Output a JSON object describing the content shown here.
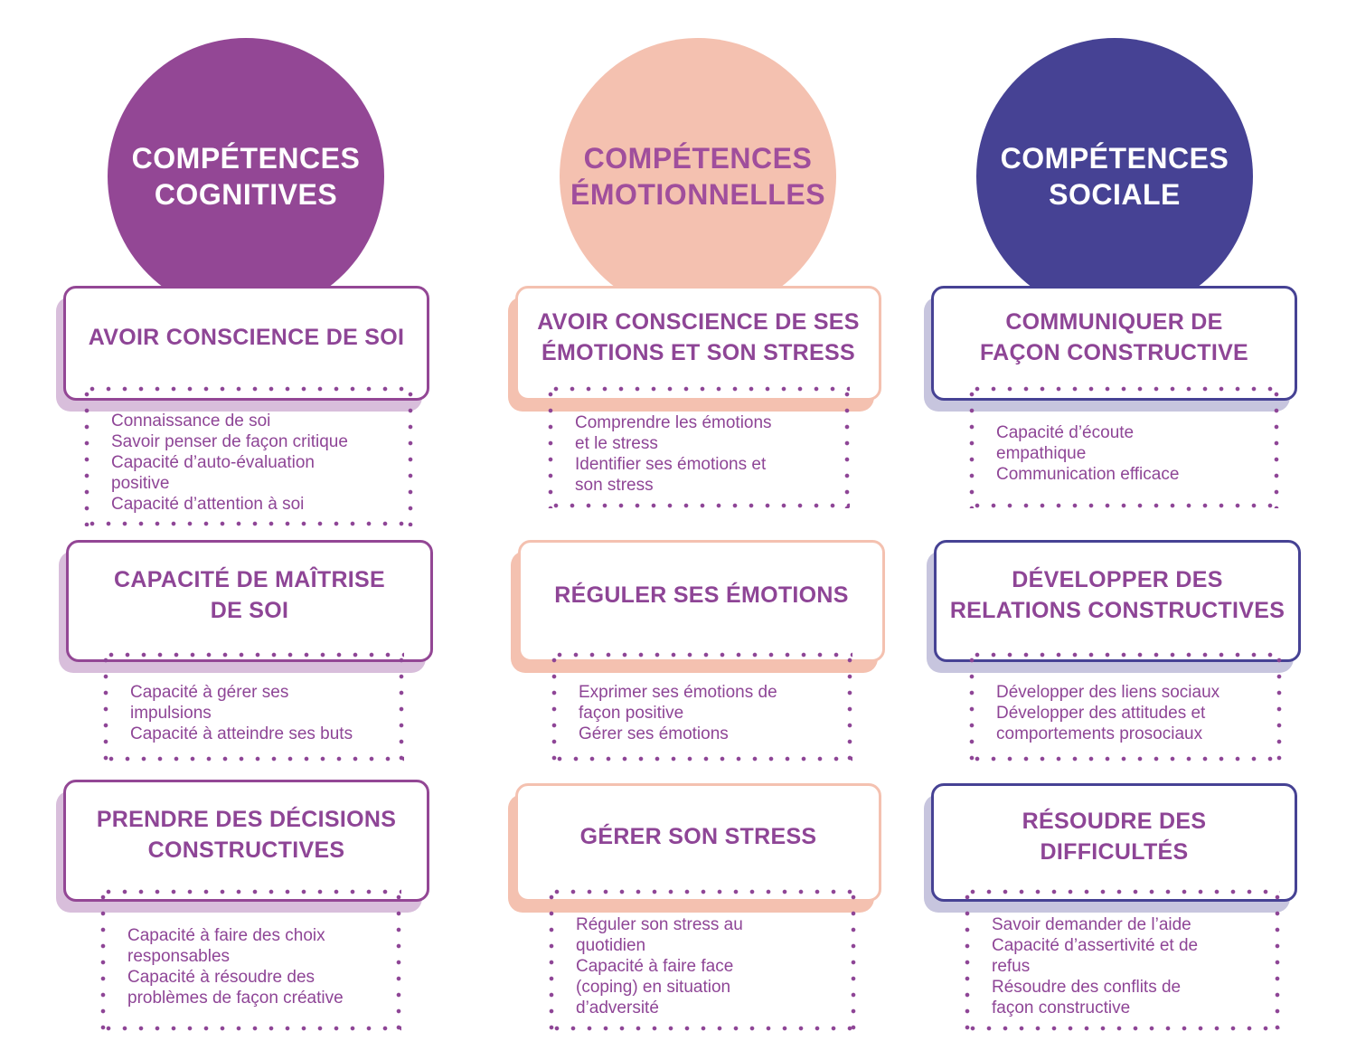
{
  "colors": {
    "cognitive": "#934795",
    "emotional": "#f4c1b0",
    "social": "#464294",
    "text": "#8e4596"
  },
  "columns": [
    {
      "title": "COMPÉTENCES\nCOGNITIVES",
      "groups": [
        {
          "heading": "AVOIR CONSCIENCE DE SOI",
          "items": [
            "Connaissance de soi",
            "Savoir penser de façon critique",
            "Capacité d’auto-évaluation\npositive",
            "Capacité d’attention à soi"
          ]
        },
        {
          "heading": "CAPACITÉ DE MAÎTRISE\nDE SOI",
          "items": [
            "Capacité à gérer ses\nimpulsions",
            "Capacité à atteindre ses buts"
          ]
        },
        {
          "heading": "PRENDRE DES DÉCISIONS\nCONSTRUCTIVES",
          "items": [
            "Capacité à faire des choix\nresponsables",
            "Capacité à résoudre des\nproblèmes de façon créative"
          ]
        }
      ]
    },
    {
      "title": "COMPÉTENCES\nÉMOTIONNELLES",
      "groups": [
        {
          "heading": "AVOIR CONSCIENCE DE SES\nÉMOTIONS ET SON STRESS",
          "items": [
            "Comprendre les émotions\net le stress",
            "Identifier ses émotions et\nson stress"
          ]
        },
        {
          "heading": "RÉGULER SES ÉMOTIONS",
          "items": [
            "Exprimer ses émotions de\nfaçon positive",
            "Gérer ses émotions"
          ]
        },
        {
          "heading": "GÉRER SON STRESS",
          "items": [
            "Réguler son stress au\nquotidien",
            "Capacité à faire face\n(coping) en situation\nd’adversité"
          ]
        }
      ]
    },
    {
      "title": "COMPÉTENCES\nSOCIALE",
      "groups": [
        {
          "heading": "COMMUNIQUER DE\nFAÇON CONSTRUCTIVE",
          "items": [
            "Capacité d’écoute\nempathique",
            "Communication efficace"
          ]
        },
        {
          "heading": "DÉVELOPPER DES\nRELATIONS CONSTRUCTIVES",
          "items": [
            "Développer des liens sociaux",
            "Développer des attitudes et\ncomportements prosociaux"
          ]
        },
        {
          "heading": "RÉSOUDRE DES DIFFICULTÉS",
          "items": [
            "Savoir demander de l’aide",
            "Capacité d’assertivité et de\nrefus",
            "Résoudre des conflits de\nfaçon constructive"
          ]
        }
      ]
    }
  ]
}
